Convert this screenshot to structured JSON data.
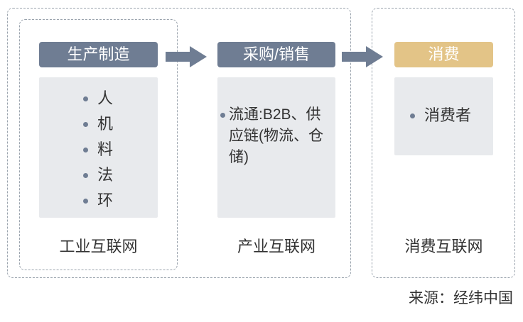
{
  "stages": [
    {
      "header": "生产制造",
      "items": [
        "人",
        "机",
        "料",
        "法",
        "环"
      ],
      "caption": "工业互联网"
    },
    {
      "header": "采购/销售",
      "items": [
        "流通:B2B、供应链(物流、仓储)"
      ],
      "caption": "产业互联网"
    },
    {
      "header": "消费",
      "items": [
        "消费者"
      ],
      "caption": "消费互联网"
    }
  ],
  "source": "来源：经纬中国",
  "colors": {
    "header": "#6f7d93",
    "consumer_header": "#e3c487",
    "card": "#e8eaed",
    "arrow": "#6f7d93"
  }
}
